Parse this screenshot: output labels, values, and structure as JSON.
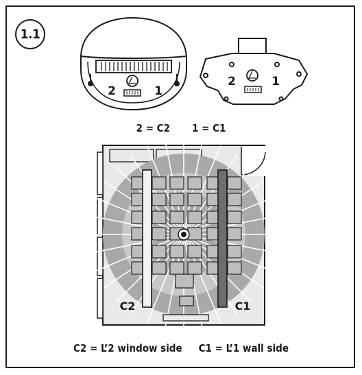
{
  "figure_number": "1.1",
  "dome_labels": {
    "left": "2",
    "right": "1"
  },
  "plate_labels": {
    "left": "2",
    "right": "1"
  },
  "mapping": {
    "c2": "2 = C2",
    "c1": "1 = C1"
  },
  "room_labels": {
    "left": "C2",
    "right": "C1"
  },
  "footer": {
    "left": "C2 = L’2 window side",
    "right": "C1 = L’1 wall side"
  }
}
